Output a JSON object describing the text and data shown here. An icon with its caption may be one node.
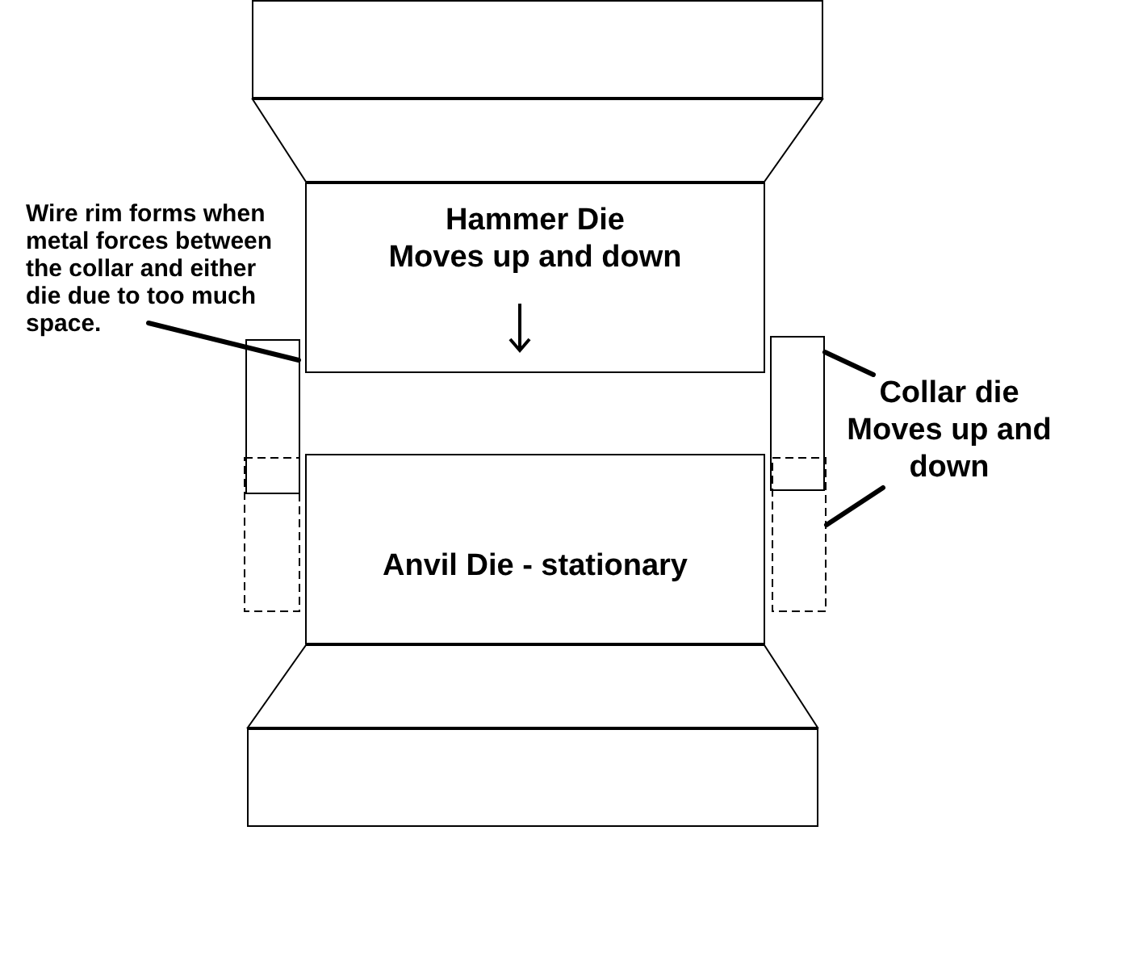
{
  "diagram": {
    "nodes": [
      {
        "text": [],
        "shape": "box"
      },
      {
        "text": [],
        "shape": "trapezoid"
      },
      {
        "text": [
          "Hammer Die",
          "Moves up and down"
        ]
      },
      {
        "text": [
          "Wire rim forms when metal forces between the collar and either die due to too much space."
        ]
      },
      {
        "text": [],
        "shape": "box"
      },
      {
        "text": [],
        "shape": "box"
      },
      {
        "text": [
          "Collar die",
          "Moves up and down"
        ]
      },
      {
        "text": [],
        "shape": "box"
      },
      {
        "text": [],
        "shape": "box"
      },
      {
        "text": [
          "Anvil Die - stationary"
        ]
      },
      {
        "text": [],
        "shape": "trapezoid"
      },
      {
        "text": [],
        "shape": "box"
      }
    ],
    "edges": [
      {
        "from": 3,
        "to": 4,
        "arrow": "none"
      },
      {
        "from": 6,
        "to": 5,
        "arrow": "none"
      },
      {
        "from": 6,
        "to": 8,
        "arrow": "none"
      }
    ]
  }
}
